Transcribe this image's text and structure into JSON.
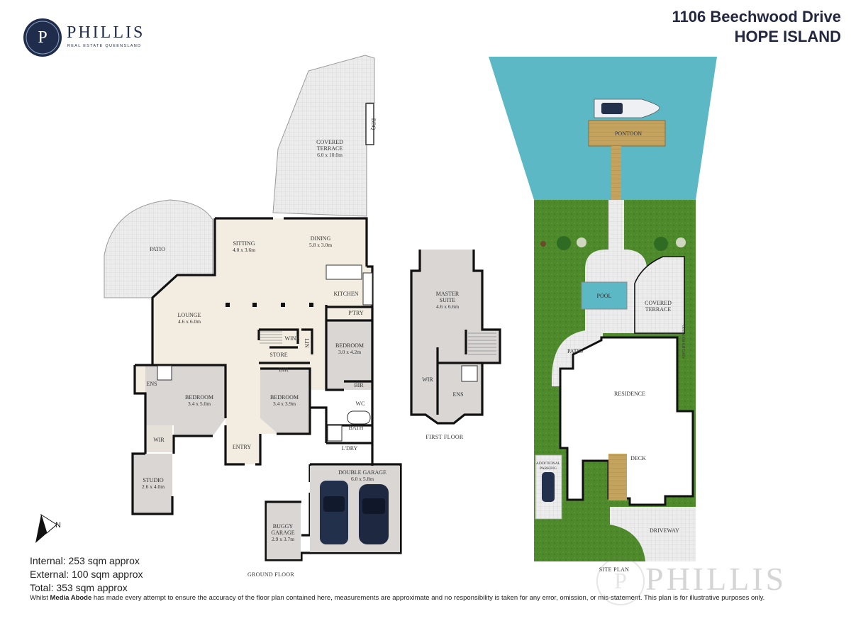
{
  "brand": {
    "name": "PHILLIS",
    "tagline": "REAL ESTATE QUEENSLAND",
    "initial": "P"
  },
  "address": {
    "line1": "1106 Beechwood Drive",
    "line2": "HOPE ISLAND"
  },
  "rooms": {
    "covered_terrace": {
      "name": "COVERED",
      "name2": "TERRACE",
      "dim": "6.0 x 10.0m"
    },
    "bbq": "BBQ",
    "patio": "PATIO",
    "sitting": {
      "name": "SITTING",
      "dim": "4.0 x 3.6m"
    },
    "dining": {
      "name": "DINING",
      "dim": "5.8 x 3.0m"
    },
    "kitchen": "KITCHEN",
    "pantry": "P'TRY",
    "lounge": {
      "name": "LOUNGE",
      "dim": "4.6 x 6.0m"
    },
    "wine": "WINE",
    "lin": "LIN",
    "store": "STORE",
    "bedroom_a": {
      "name": "BEDROOM",
      "dim": "3.0 x 4.2m"
    },
    "bir_a": "BIR",
    "bir_b": "BIR",
    "ens": "ENS",
    "bedroom_b": {
      "name": "BEDROOM",
      "dim": "3.4 x 5.0m"
    },
    "bedroom_c": {
      "name": "BEDROOM",
      "dim": "3.4 x 3.9m"
    },
    "wc": "WC",
    "bath": "BATH",
    "laundry": "L'DRY",
    "wir": "WIR",
    "entry": "ENTRY",
    "studio": {
      "name": "STUDIO",
      "dim": "2.6 x 4.0m"
    },
    "double_garage": {
      "name": "DOUBLE GARAGE",
      "dim": "6.0 x 5.8m"
    },
    "buggy_garage": {
      "name": "BUGGY",
      "name2": "GARAGE",
      "dim": "2.9 x 3.7m"
    },
    "master_suite": {
      "name": "MASTER",
      "name2": "SUITE",
      "dim": "4.6 x 6.6m"
    },
    "master_wir": "WIR",
    "master_ens": "ENS"
  },
  "floors": {
    "ground": "GROUND FLOOR",
    "first": "FIRST FLOOR",
    "site": "SITE PLAN"
  },
  "site": {
    "pontoon": "PONTOON",
    "pool": "POOL",
    "covered_terrace": "COVERED",
    "covered_terrace2": "TERRACE",
    "patio": "PATIO",
    "residence": "RESIDENCE",
    "deck": "DECK",
    "additional_parking": "ADDITIONAL",
    "additional_parking2": "PARKING",
    "driveway": "DRIVEWAY",
    "outdoor_kitchen": "OUTDOOR KITCHEN"
  },
  "compass": {
    "north": "N"
  },
  "areas": {
    "internal": "Internal: 253 sqm approx",
    "external": "External: 100 sqm approx",
    "total": "Total: 353 sqm approx"
  },
  "disclaimer": {
    "prefix": "Whilst ",
    "company": "Media Abode",
    "suffix": " has made every attempt to ensure the accuracy of the floor plan contained here, measurements are approximate and no responsibility is taken for any error, omission, or mis-statement. This plan is for illustrative purposes only."
  },
  "colors": {
    "wall": "#111111",
    "floor": "#f3ede1",
    "bedroom": "#d9d6d4",
    "paving": "#dcdcdc",
    "water": "#5cb8c4",
    "lawn": "#4f8a2c",
    "deck": "#c1a15a",
    "brand": "#1f2c4c"
  }
}
